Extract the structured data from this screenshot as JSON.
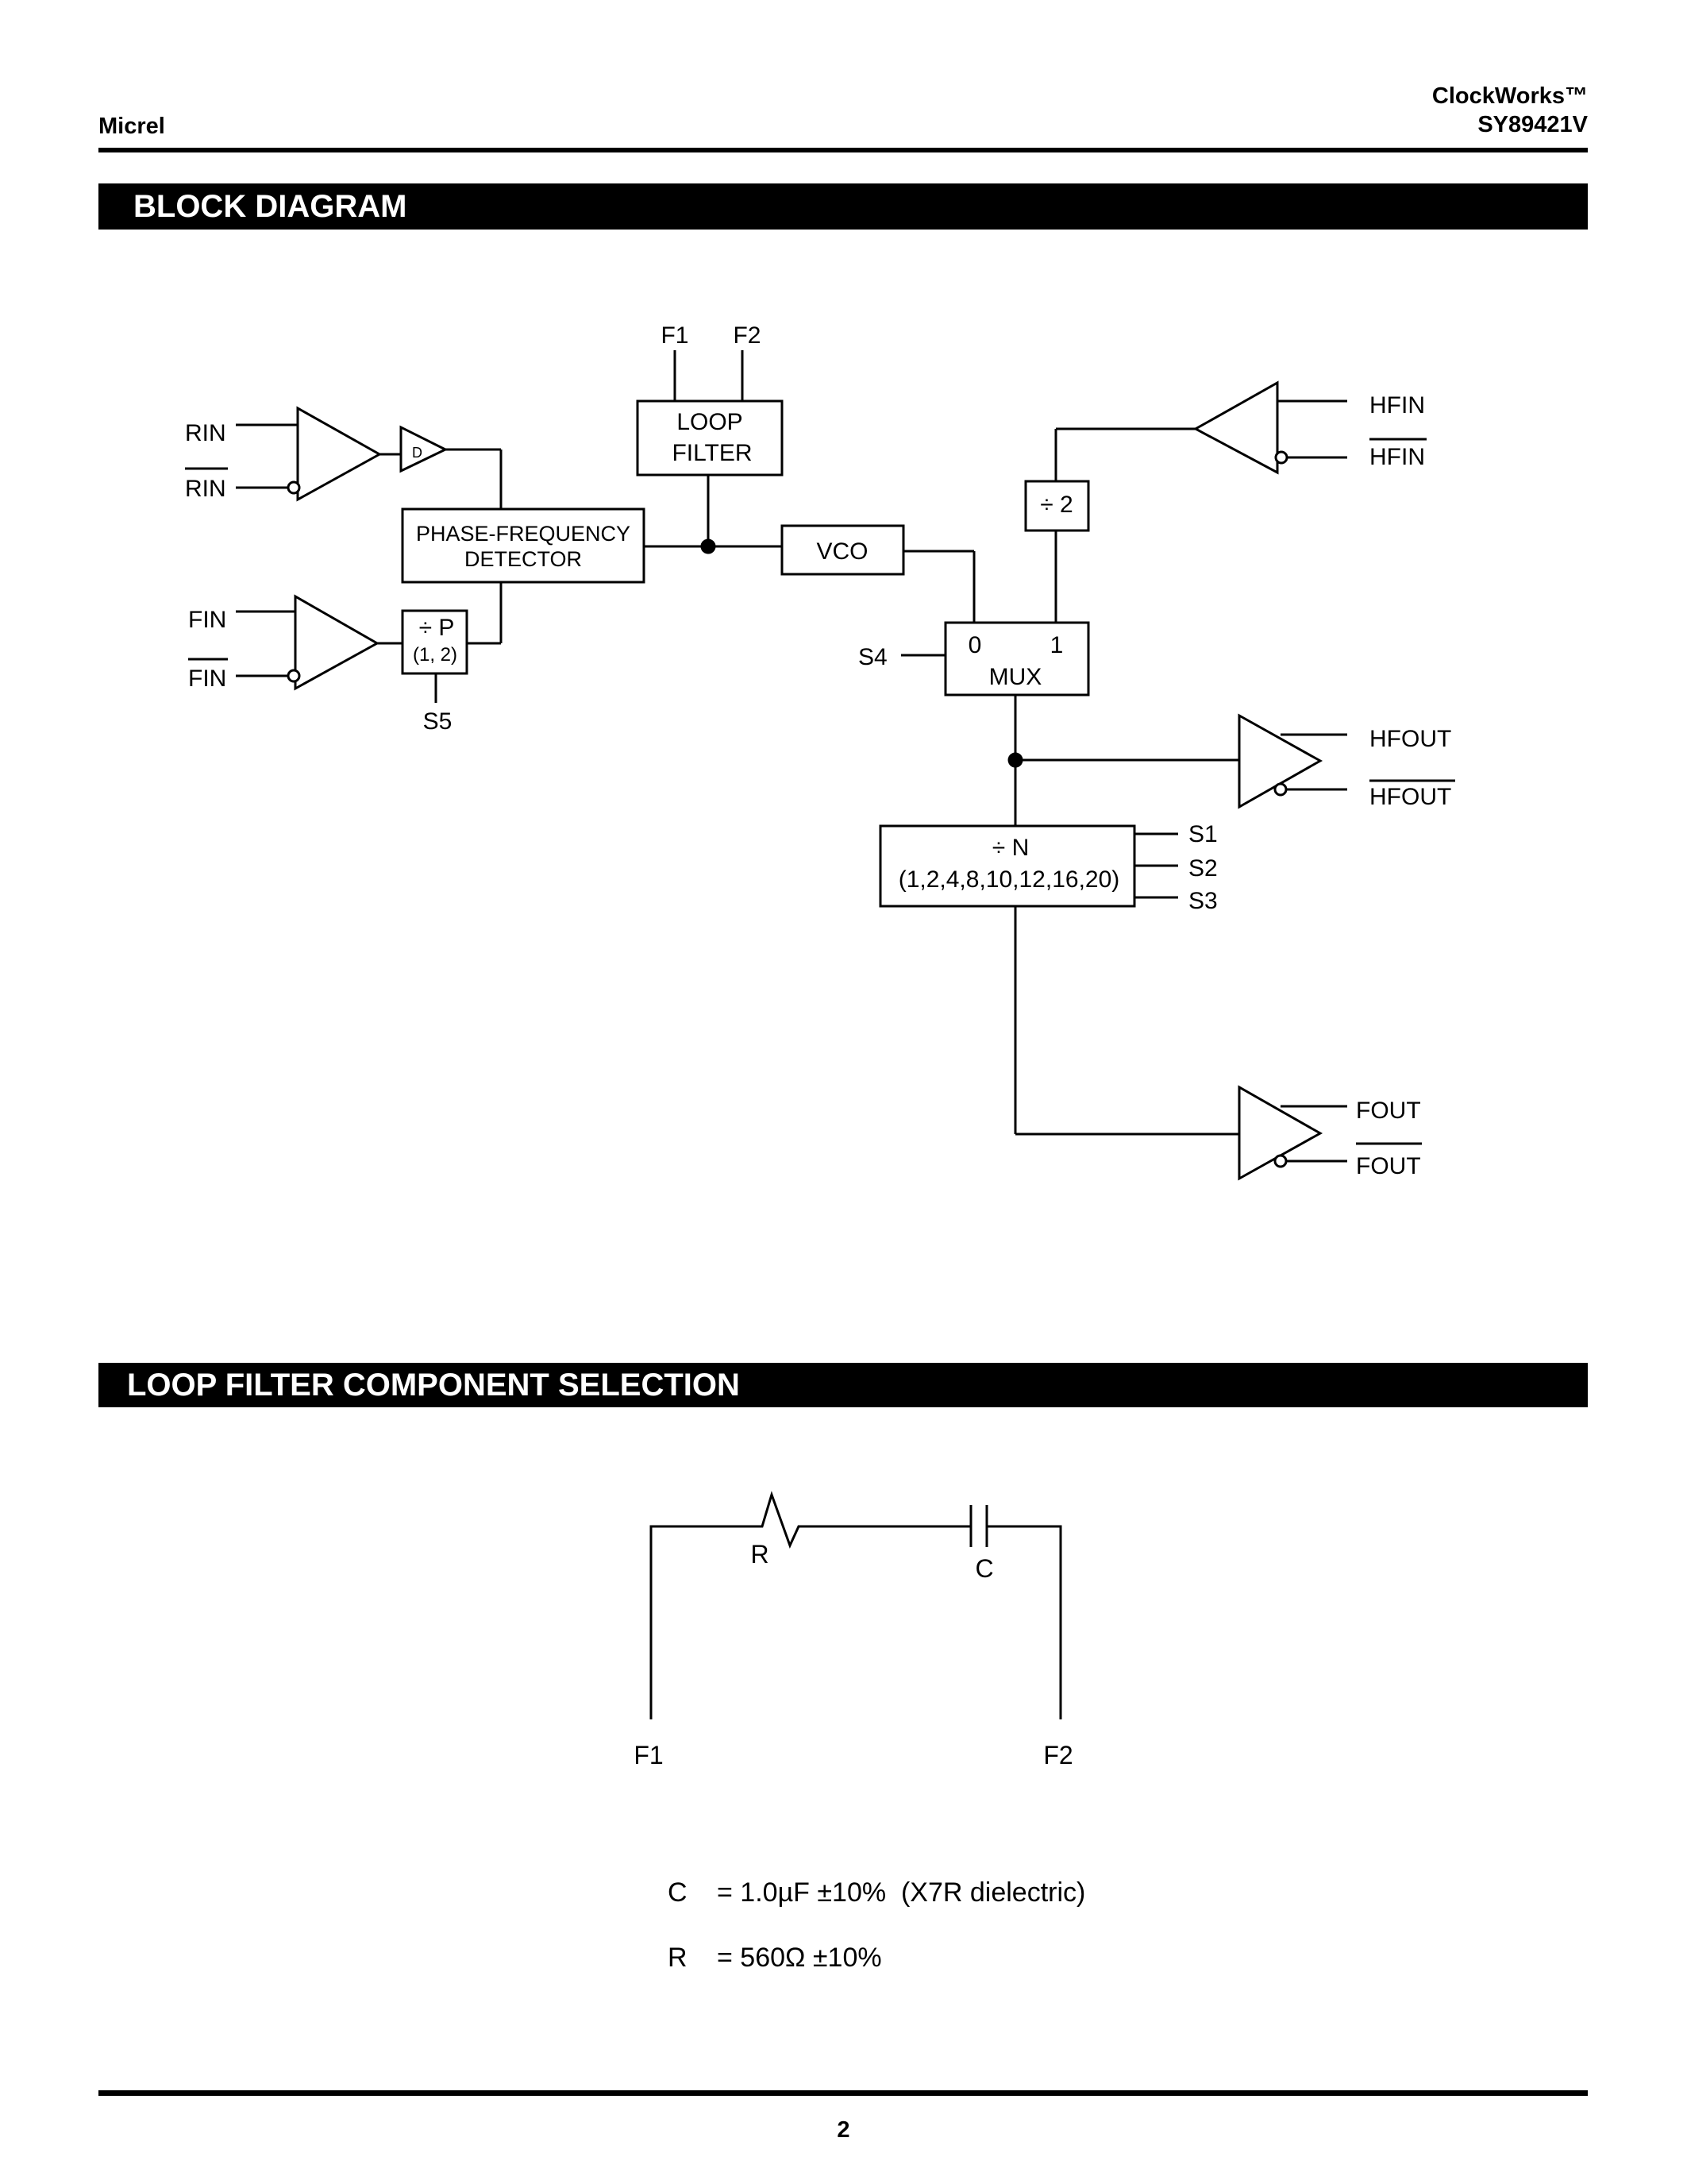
{
  "header": {
    "company": "Micrel",
    "series": "ClockWorks™",
    "part": "SY89421V"
  },
  "sections": {
    "block_diagram_title": "BLOCK DIAGRAM",
    "loop_filter_title": "LOOP FILTER COMPONENT SELECTION"
  },
  "block_diagram": {
    "f1": "F1",
    "f2": "F2",
    "loop_filter_l1": "LOOP",
    "loop_filter_l2": "FILTER",
    "rin": "RIN",
    "rin_bar": "RIN",
    "d_label": "D",
    "pfd_l1": "PHASE-FREQUENCY",
    "pfd_l2": "DETECTOR",
    "fin": "FIN",
    "fin_bar": "FIN",
    "divp": "÷ P",
    "divp_vals": "(1, 2)",
    "s5": "S5",
    "vco": "VCO",
    "div2": "÷ 2",
    "hfin": "HFIN",
    "hfin_bar": "HFIN",
    "s4": "S4",
    "mux_0": "0",
    "mux_1": "1",
    "mux": "MUX",
    "hfout": "HFOUT",
    "hfout_bar": "HFOUT",
    "divn": "÷ N",
    "divn_vals": "(1,2,4,8,10,12,16,20)",
    "s1": "S1",
    "s2": "S2",
    "s3": "S3",
    "fout": "FOUT",
    "fout_bar": "FOUT"
  },
  "loop_filter": {
    "r_label": "R",
    "c_label": "C",
    "f1": "F1",
    "f2": "F2",
    "c_sym": "C",
    "c_value": "= 1.0µF ±10%  (X7R dielectric)",
    "r_sym": "R",
    "r_value": "= 560Ω ±10%"
  },
  "footer": {
    "page": "2"
  }
}
